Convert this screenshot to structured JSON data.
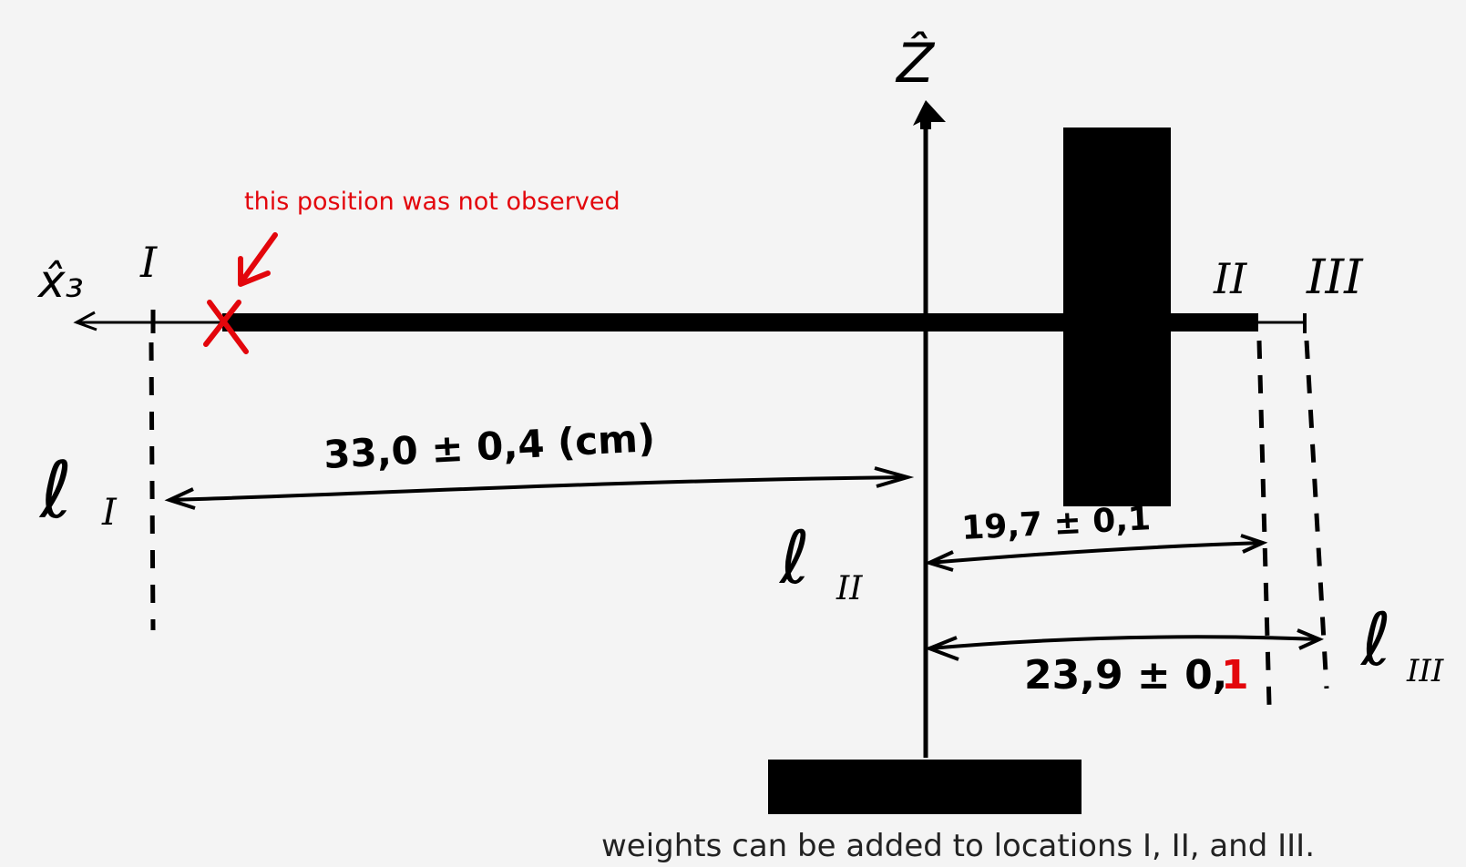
{
  "diagram": {
    "axes": {
      "z_label": "Ẑ",
      "x_label": "x̂₃"
    },
    "locations": {
      "I": "I",
      "II": "II",
      "III": "III"
    },
    "distances": {
      "l_I": {
        "symbol": "ℓ",
        "sub": "I",
        "value": "33,0 ± 0,4 (cm)"
      },
      "l_II": {
        "symbol": "ℓ",
        "sub": "II",
        "value": "19,7 ± 0,1"
      },
      "l_III": {
        "symbol": "ℓ",
        "sub": "III",
        "value_main": "23,9 ± 0,",
        "value_digit": "1"
      }
    },
    "annotation": "this position was not observed",
    "caption": "weights can be added to locations I, II, and III.",
    "colors": {
      "ink": "#000000",
      "annotation": "#e3060c",
      "background": "#f4f4f4"
    }
  }
}
